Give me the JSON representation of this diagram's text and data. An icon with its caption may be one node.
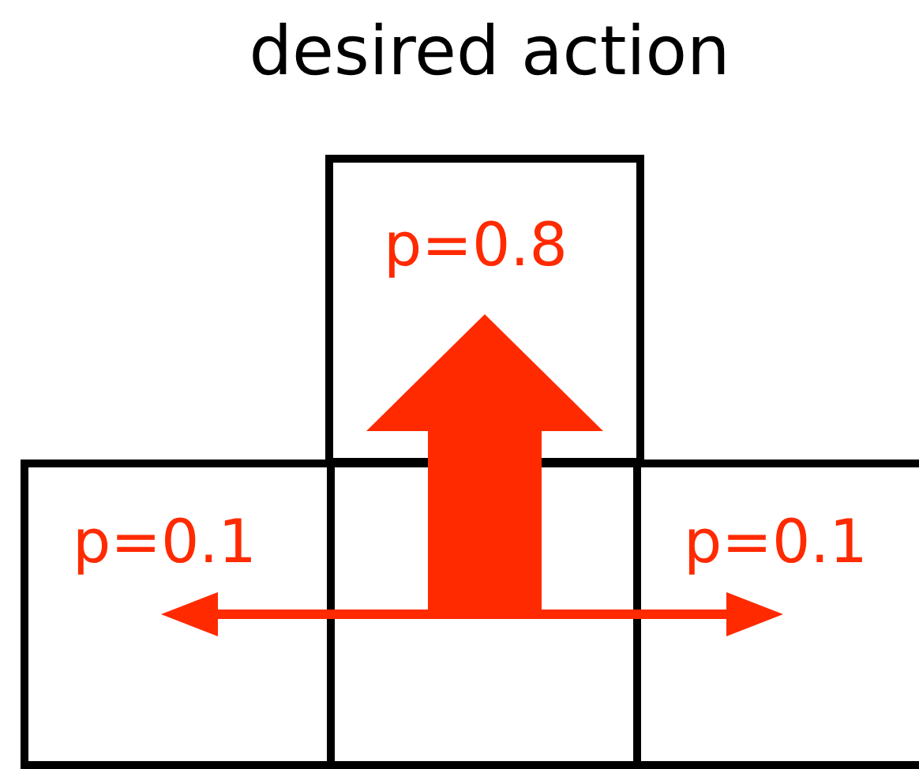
{
  "diagram": {
    "title": "desired action",
    "nodes": [
      {
        "text": [
          "p=0.8"
        ]
      },
      {
        "text": [
          "p=0.1"
        ]
      },
      {
        "text": [],
        "shape": "box"
      },
      {
        "text": [
          "p=0.1"
        ]
      }
    ],
    "edges": [
      {
        "from": 2,
        "to": 1,
        "arrow": "to"
      },
      {
        "from": 2,
        "to": 3,
        "arrow": "to"
      },
      {
        "from": 2,
        "to": 0,
        "arrow": "to",
        "style": "thick"
      }
    ]
  }
}
